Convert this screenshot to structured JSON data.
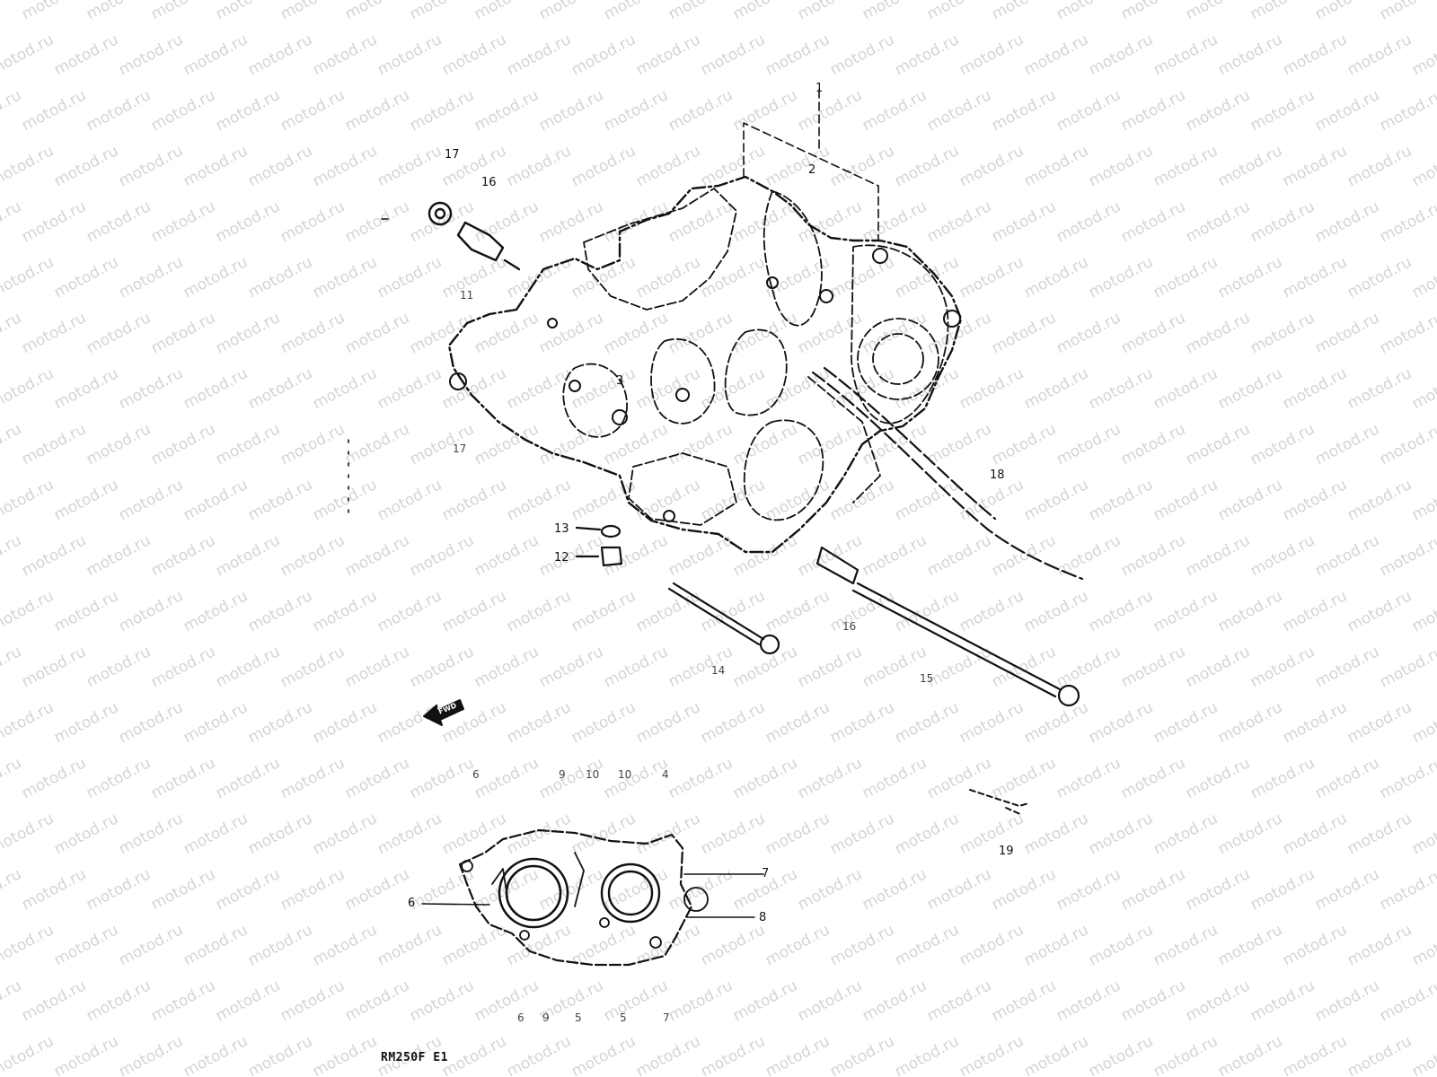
{
  "watermark_text": "motod.ru",
  "model_code": "RM250F E1",
  "fwd_arrow_label": "FWD",
  "colors": {
    "ink": "#111111",
    "watermark": "#d4d4d4",
    "background": "#ffffff"
  },
  "callouts": {
    "c1": "1",
    "c2": "2",
    "c3": "3",
    "c17a": "17",
    "c16a": "16",
    "c11": "11",
    "c17b": "17",
    "c18": "18",
    "c13": "13",
    "c12": "12",
    "c16b": "16",
    "c14": "14",
    "c15": "15",
    "c19": "19",
    "c6top": "6",
    "c9top": "9",
    "c10a": "10",
    "c10b": "10",
    "c4": "4",
    "c7": "7",
    "c8": "8",
    "c6side": "6",
    "c6bot": "6",
    "c9bot": "9",
    "c5a": "5",
    "c5b": "5",
    "c7bot": "7"
  }
}
